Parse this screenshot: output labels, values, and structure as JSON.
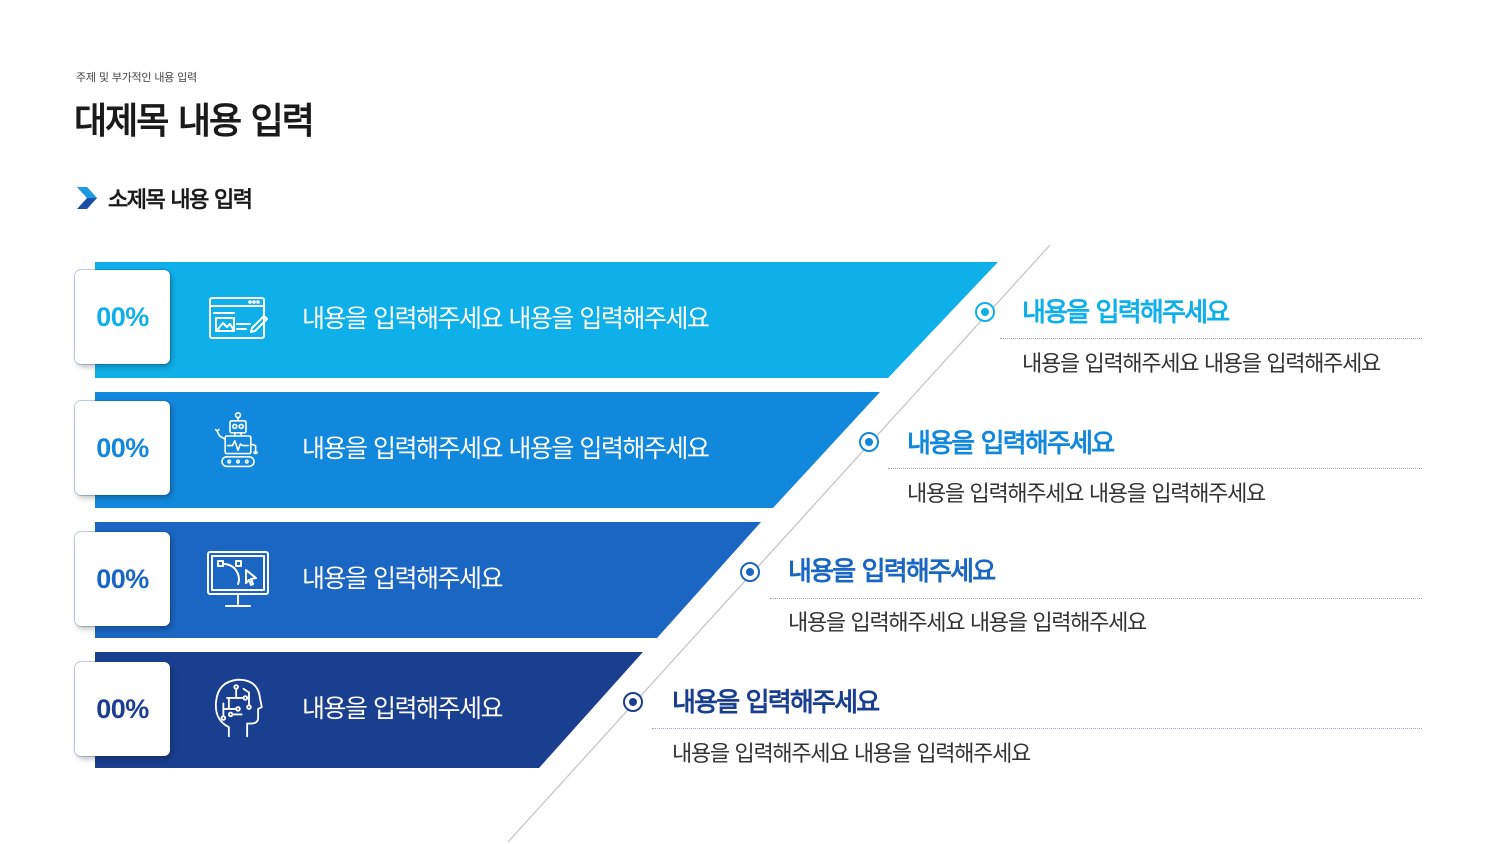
{
  "header": {
    "kicker": "주제 및 부가적인 내용 입력",
    "title": "대제목 내용 입력",
    "subtitle": "소제목 내용 입력"
  },
  "colors": {
    "band1": "#0fb0e9",
    "band2": "#1288dd",
    "band3": "#1a66c2",
    "band4": "#1a3f8f"
  },
  "bands": [
    {
      "percent": "00%",
      "icon": "web-editor-icon",
      "text": "내용을 입력해주세요 내용을 입력해주세요"
    },
    {
      "percent": "00%",
      "icon": "robot-icon",
      "text": "내용을 입력해주세요 내용을 입력해주세요"
    },
    {
      "percent": "00%",
      "icon": "monitor-vector-icon",
      "text": "내용을 입력해주세요"
    },
    {
      "percent": "00%",
      "icon": "ai-head-icon",
      "text": "내용을 입력해주세요"
    }
  ],
  "items": [
    {
      "title": "내용을 입력해주세요",
      "desc": "내용을 입력해주세요 내용을 입력해주세요"
    },
    {
      "title": "내용을 입력해주세요",
      "desc": "내용을 입력해주세요 내용을 입력해주세요"
    },
    {
      "title": "내용을 입력해주세요",
      "desc": "내용을 입력해주세요 내용을 입력해주세요"
    },
    {
      "title": "내용을 입력해주세요",
      "desc": "내용을 입력해주세요 내용을 입력해주세요"
    }
  ]
}
